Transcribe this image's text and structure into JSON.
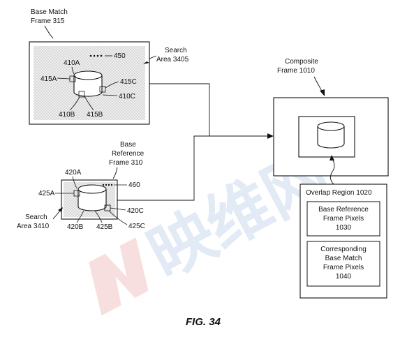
{
  "figure": {
    "caption": "FIG. 34"
  },
  "watermark": {
    "logo_text": "映维网",
    "color": "#c9d9ee"
  },
  "base_match_frame": {
    "title_line1": "Base Match",
    "title_line2": "Frame 315",
    "search_area_line1": "Search",
    "search_area_line2": "Area 3405",
    "labels": {
      "l410A": "410A",
      "l415A": "415A",
      "l415C": "415C",
      "l410C": "410C",
      "l410B": "410B",
      "l415B": "415B",
      "l450": "450"
    }
  },
  "base_reference_frame": {
    "title_line1": "Base",
    "title_line2": "Reference",
    "title_line3": "Frame 310",
    "search_area_line1": "Search",
    "search_area_line2": "Area 3410",
    "labels": {
      "l420A": "420A",
      "l425A": "425A",
      "l460": "460",
      "l420C": "420C",
      "l420B": "420B",
      "l425B": "425B",
      "l425C": "425C"
    }
  },
  "composite_frame": {
    "title_line1": "Composite",
    "title_line2": "Frame 1010"
  },
  "overlap_region": {
    "title": "Overlap Region 1020",
    "box1_line1": "Base Reference",
    "box1_line2": "Frame Pixels",
    "box1_line3": "1030",
    "box2_line1": "Corresponding",
    "box2_line2": "Base Match",
    "box2_line3": "Frame Pixels",
    "box2_line4": "1040"
  }
}
